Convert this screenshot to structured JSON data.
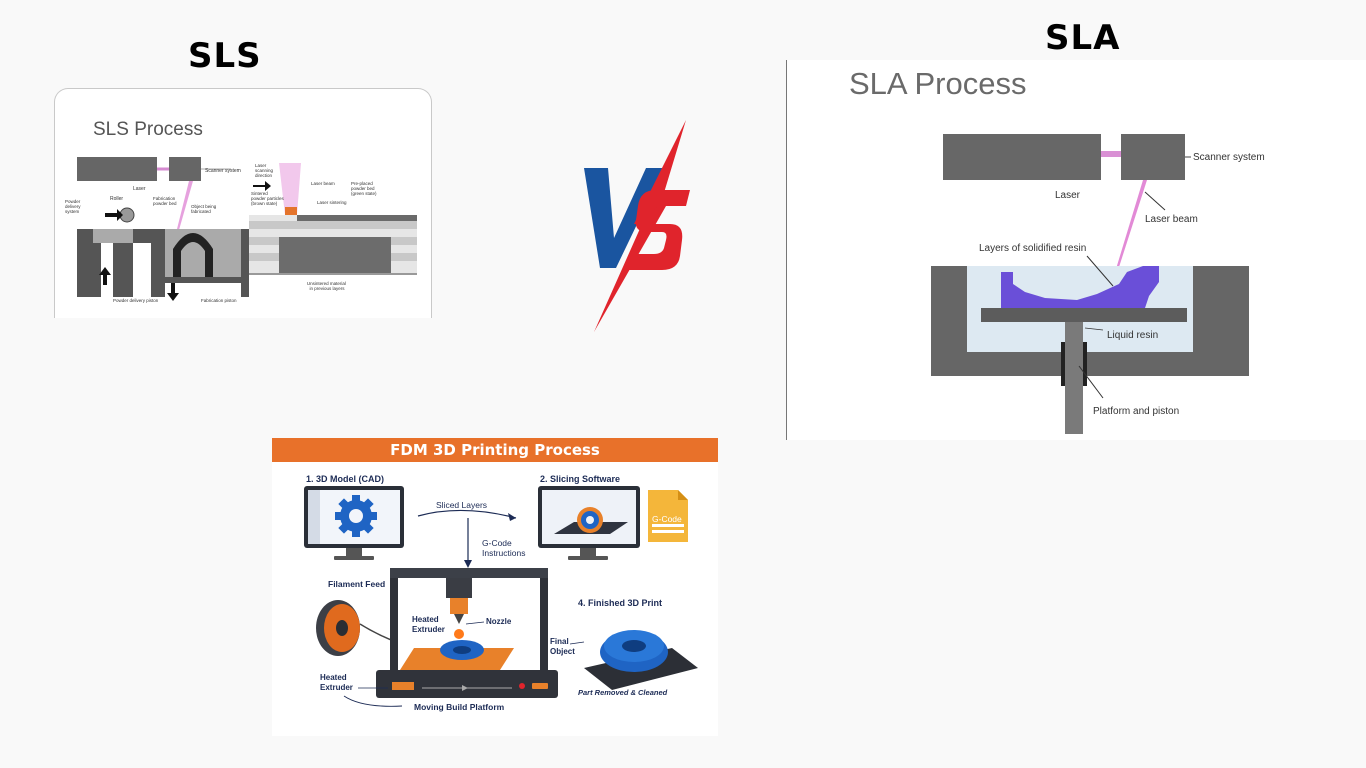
{
  "headings": {
    "sls": "SLS",
    "sla": "SLA"
  },
  "sls": {
    "title": "SLS Process",
    "labels": {
      "laser": "Laser",
      "scanner": "Scanner system",
      "roller": "Roller",
      "powder_delivery_system": [
        "Powder",
        "delivery",
        "system"
      ],
      "fabrication_powder_bed": [
        "Fabrication",
        "powder bed"
      ],
      "object_being_fabricated": [
        "Object being",
        "fabricated"
      ],
      "powder_delivery_piston": "Powder delivery piston",
      "fabrication_piston": "Fabrication piston",
      "laser_scanning_direction": [
        "Laser",
        "scanning",
        "direction"
      ],
      "laser_beam": "Laser beam",
      "pre_placed_powder_bed": [
        "Pre-placed",
        "powder bed",
        "(green state)"
      ],
      "sintered_powder_particles": [
        "Sintered",
        "powder particles",
        "(brown state)"
      ],
      "laser_sintering": "Laser sintering",
      "unsintered_material": [
        "Unsintered material",
        "in previous layers"
      ]
    }
  },
  "vs": {
    "text": "VS"
  },
  "sla": {
    "title": "SLA Process",
    "labels": {
      "laser": "Laser",
      "scanner": "Scanner system",
      "laser_beam": "Laser beam",
      "layers": "Layers of solidified resin",
      "liquid_resin": "Liquid resin",
      "platform": "Platform and piston"
    }
  },
  "fdm": {
    "title": "FDM 3D Printing Process",
    "labels": {
      "step1": "1. 3D Model (CAD)",
      "step2": "2. Slicing Software",
      "sliced_layers": "Sliced Layers",
      "gcode_file": "G-Code",
      "gcode_instructions": [
        "G-Code",
        "Instructions"
      ],
      "filament_feed": "Filament Feed",
      "heated_extruder_top": [
        "Heated",
        "Extruder"
      ],
      "nozzle": "Nozzle",
      "step4": "4. Finished 3D Print",
      "final_object": [
        "Final",
        "Object"
      ],
      "heated_extruder_bottom": [
        "Heated",
        "Extruder"
      ],
      "part_removed": "Part Removed & Cleaned",
      "moving_build_platform": "Moving Build Platform"
    }
  },
  "colors": {
    "fdm_header": "#e8712a",
    "vs_blue": "#1a55a0",
    "vs_red": "#e0242c",
    "resin_purple": "#6a4fd8",
    "laser_pink": "#e28ad6",
    "gear_blue": "#1f64c4"
  }
}
